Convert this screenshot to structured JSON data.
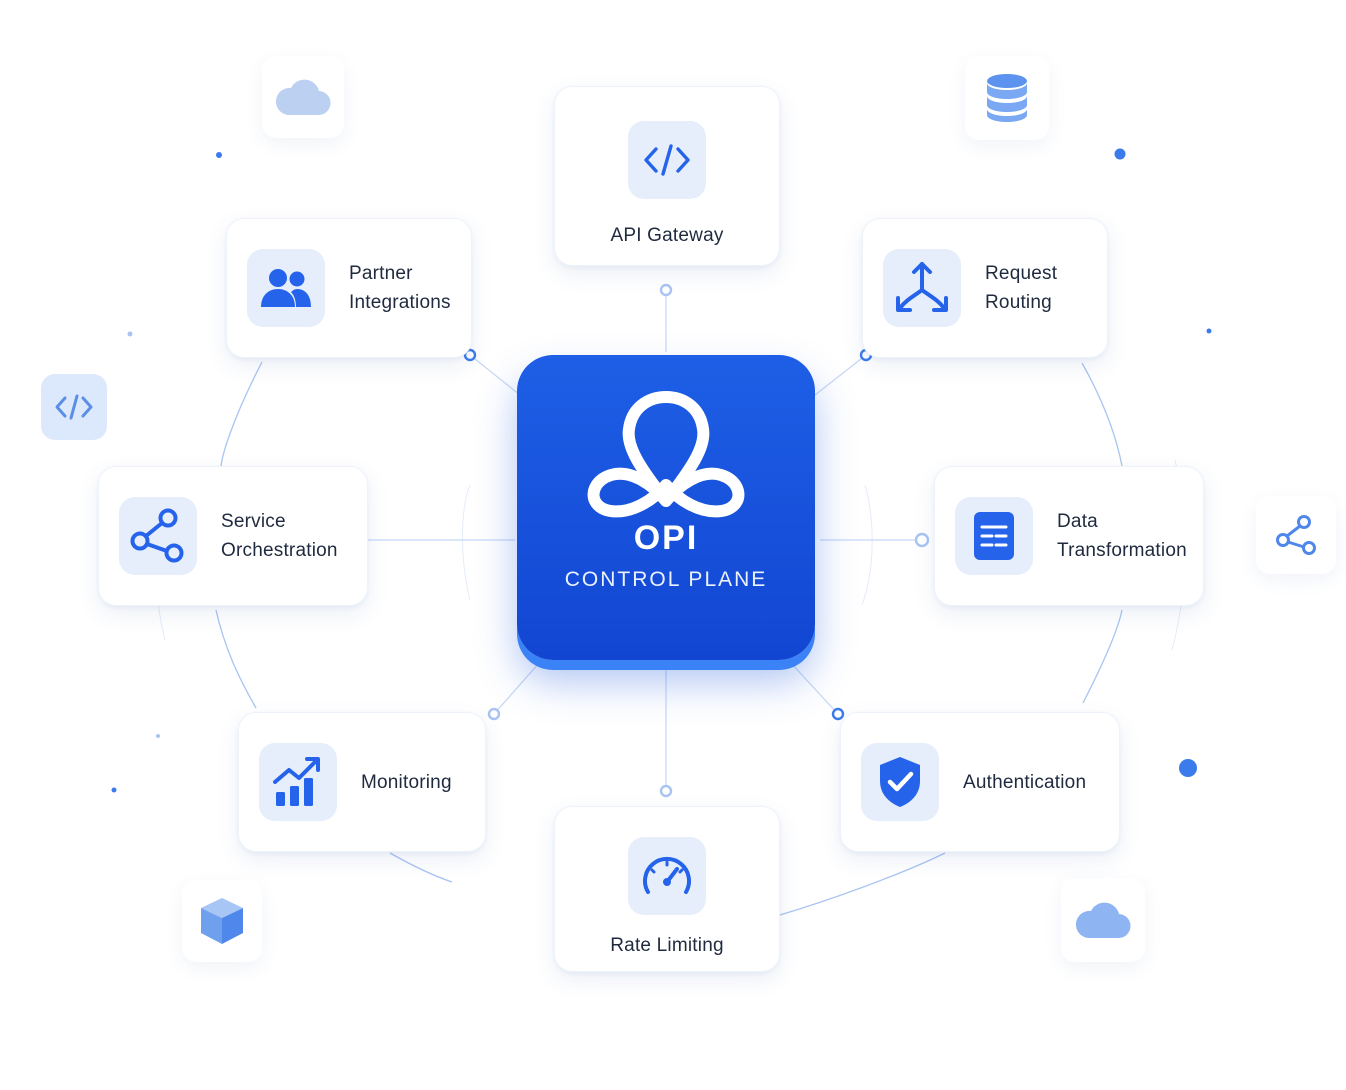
{
  "center": {
    "title": "OPI",
    "subtitle": "CONTROL PLANE",
    "logo_icon": "loop-knot-icon"
  },
  "nodes": [
    {
      "id": "api-gateway",
      "label": "API Gateway",
      "icon": "code-brackets-icon"
    },
    {
      "id": "request-routing",
      "label": "Request\nRouting",
      "icon": "split-arrows-icon"
    },
    {
      "id": "data-transformation",
      "label": "Data\nTransformation",
      "icon": "document-list-icon"
    },
    {
      "id": "authentication",
      "label": "Authentication",
      "icon": "shield-check-icon"
    },
    {
      "id": "rate-limiting",
      "label": "Rate Limiting",
      "icon": "speedometer-icon"
    },
    {
      "id": "monitoring",
      "label": "Monitoring",
      "icon": "bar-chart-trend-icon"
    },
    {
      "id": "service-orchestration",
      "label": "Service\nOrchestration",
      "icon": "share-nodes-icon"
    },
    {
      "id": "partner-integrations",
      "label": "Partner\nIntegrations",
      "icon": "users-icon"
    }
  ],
  "decorations": [
    "cloud-icon",
    "database-icon",
    "code-brackets-icon",
    "share-nodes-icon",
    "cube-icon",
    "cloud-icon"
  ],
  "colors": {
    "accent": "#2563eb",
    "accent_light": "#e6eefc",
    "center_gradient_top": "#1e5fe6",
    "center_gradient_bottom": "#1246d2",
    "label_text": "#1f2a3f",
    "connector": "#9db9ef"
  }
}
